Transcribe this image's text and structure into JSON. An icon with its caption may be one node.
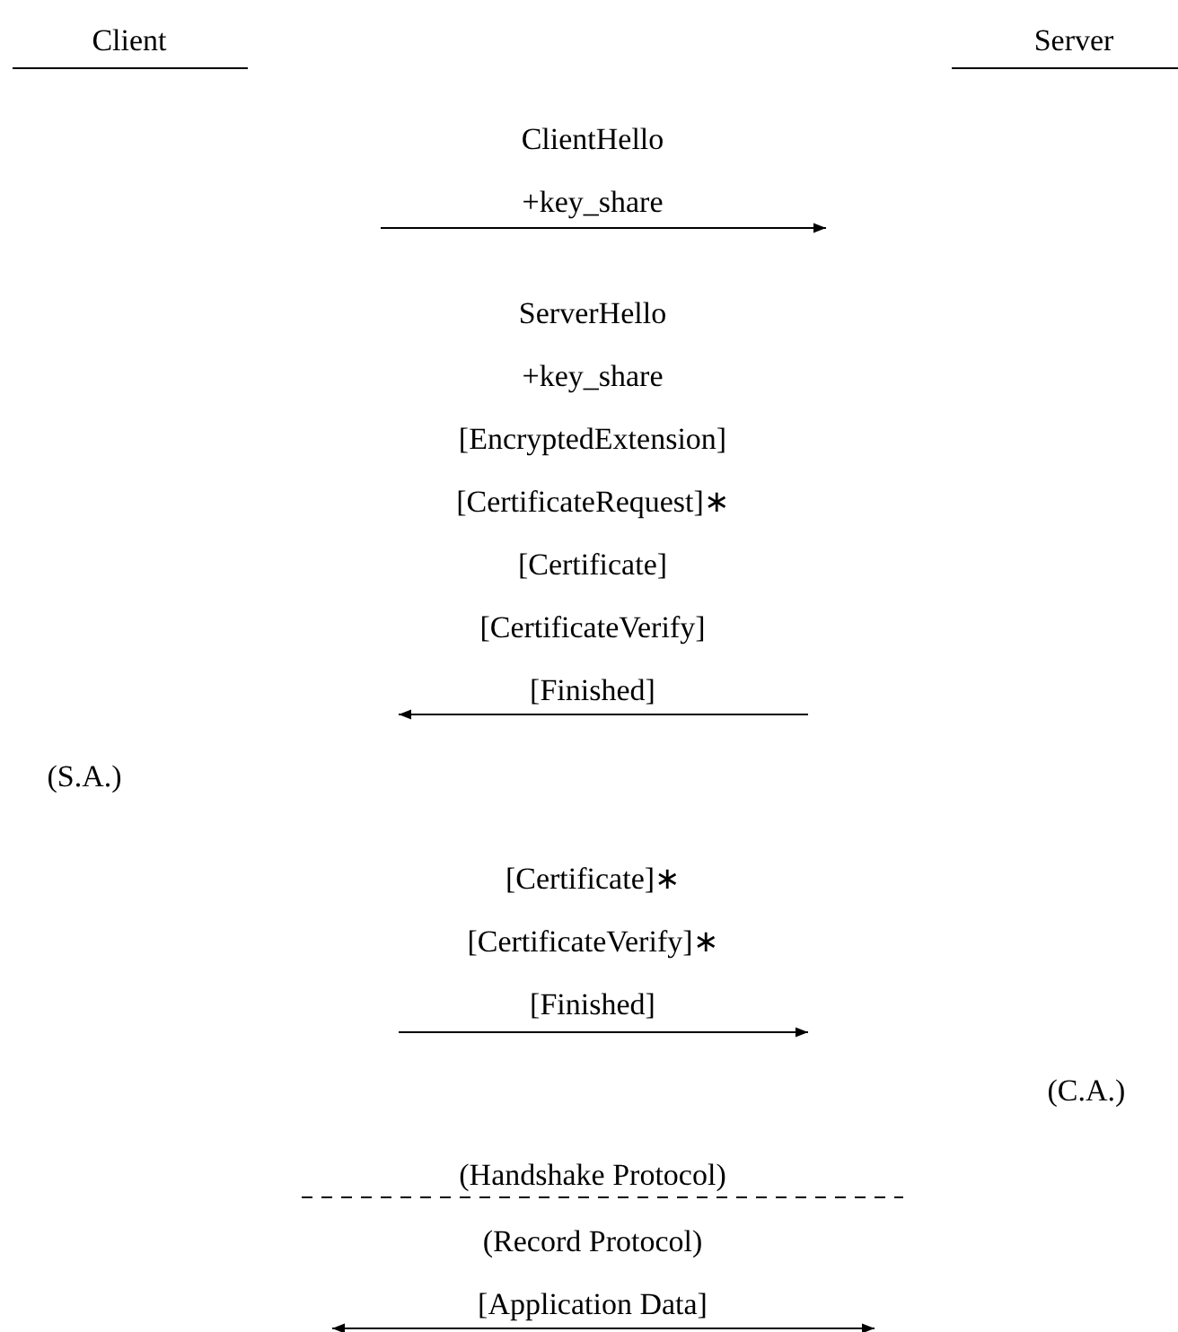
{
  "diagram": {
    "labels": [
      "Client",
      "Server",
      "ClientHello",
      "+key_share",
      "ServerHello",
      "+key_share",
      "[EncryptedExtension]",
      "[CertificateRequest]∗",
      "[Certificate]",
      "[CertificateVerify]",
      "[Finished]",
      "(S.A.)",
      "[Certificate]∗",
      "[CertificateVerify]∗",
      "[Finished]",
      "(C.A.)",
      "(Handshake Protocol)",
      "(Record Protocol)",
      "[Application Data]"
    ]
  }
}
